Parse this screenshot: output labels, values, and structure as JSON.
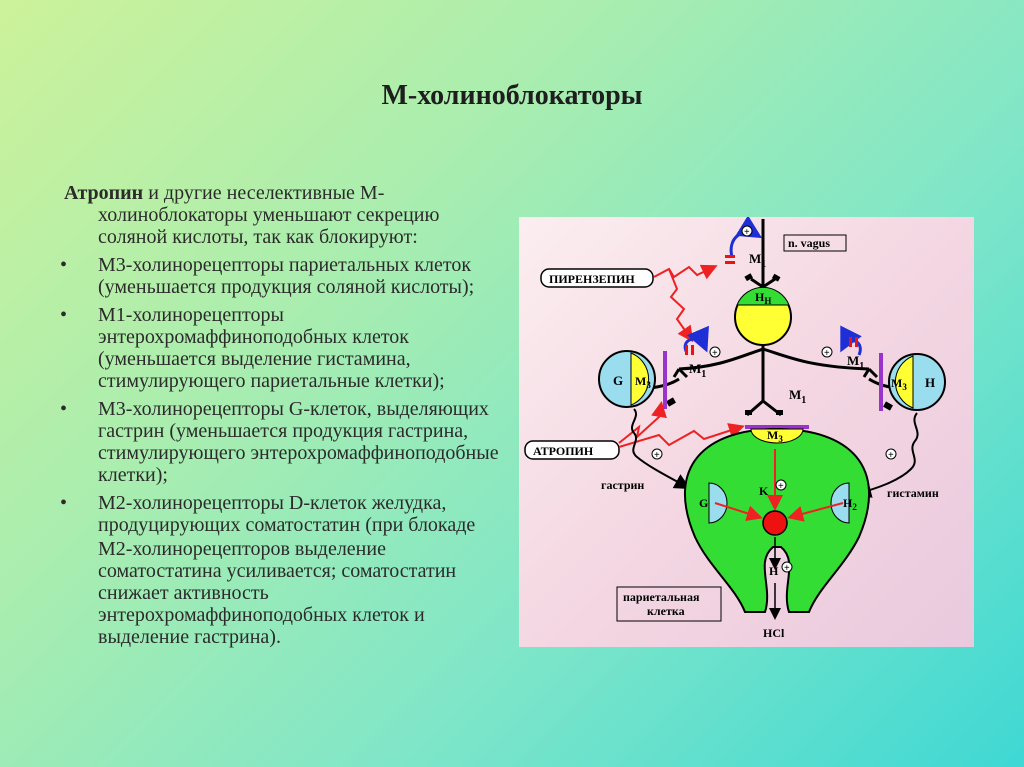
{
  "slide": {
    "title": "М-холиноблокаторы",
    "intro_bold": "Атропин",
    "intro_rest": " и другие неселективные М-холиноблокаторы уменьшают секрецию соляной кислоты, так как блокируют:",
    "bullet_glyph": "•",
    "bullets": [
      "М3-холинорецепторы париетальных клеток (уменьшается продукция соляной кислоты);",
      "М1-холинорецепторы энтерохромаффиноподобных клеток (уменьшается выделение гистамина, стимулирующего париетальные клетки);",
      "М3-холинорецепторы G-клеток, выделяющих гастрин (уменьшается продукция гастрина, стимулирующего энтерохромаффиноподобные клетки);",
      "М2-холинорецепторы D-клеток желудка, продуцирующих соматостатин (при блокаде"
    ],
    "continuation": "М2-холинорецепторов выделение соматостатина усиливается; соматостатин снижает активность энтерохромаффиноподобных клеток и выделение гастрина)."
  },
  "diagram": {
    "vagus": "n. vagus",
    "pirenzepine": "ПИРЕНЗЕПИН",
    "atropine": "АТРОПИН",
    "gastrin": "гастрин",
    "histamine": "гистамин",
    "parietal_line1": "париетальная",
    "parietal_line2": "клетка",
    "hcl": "HCl",
    "m_letter": "M",
    "sub1": "1",
    "sub3": "3",
    "subN": "H",
    "sub2": "2",
    "h_letter": "H",
    "g_letter": "G",
    "k_letter": "K",
    "plus": "+",
    "colors": {
      "cell_green": "#33dd33",
      "enterochromaffin_yellow": "#ffff33",
      "receptor_blue": "#99ddee",
      "nerve_black": "#000000",
      "red_arrow": "#ee2222",
      "blue_arrow": "#1f2fd6",
      "block_purple": "#9933cc",
      "pump_red": "#ee1111"
    }
  }
}
